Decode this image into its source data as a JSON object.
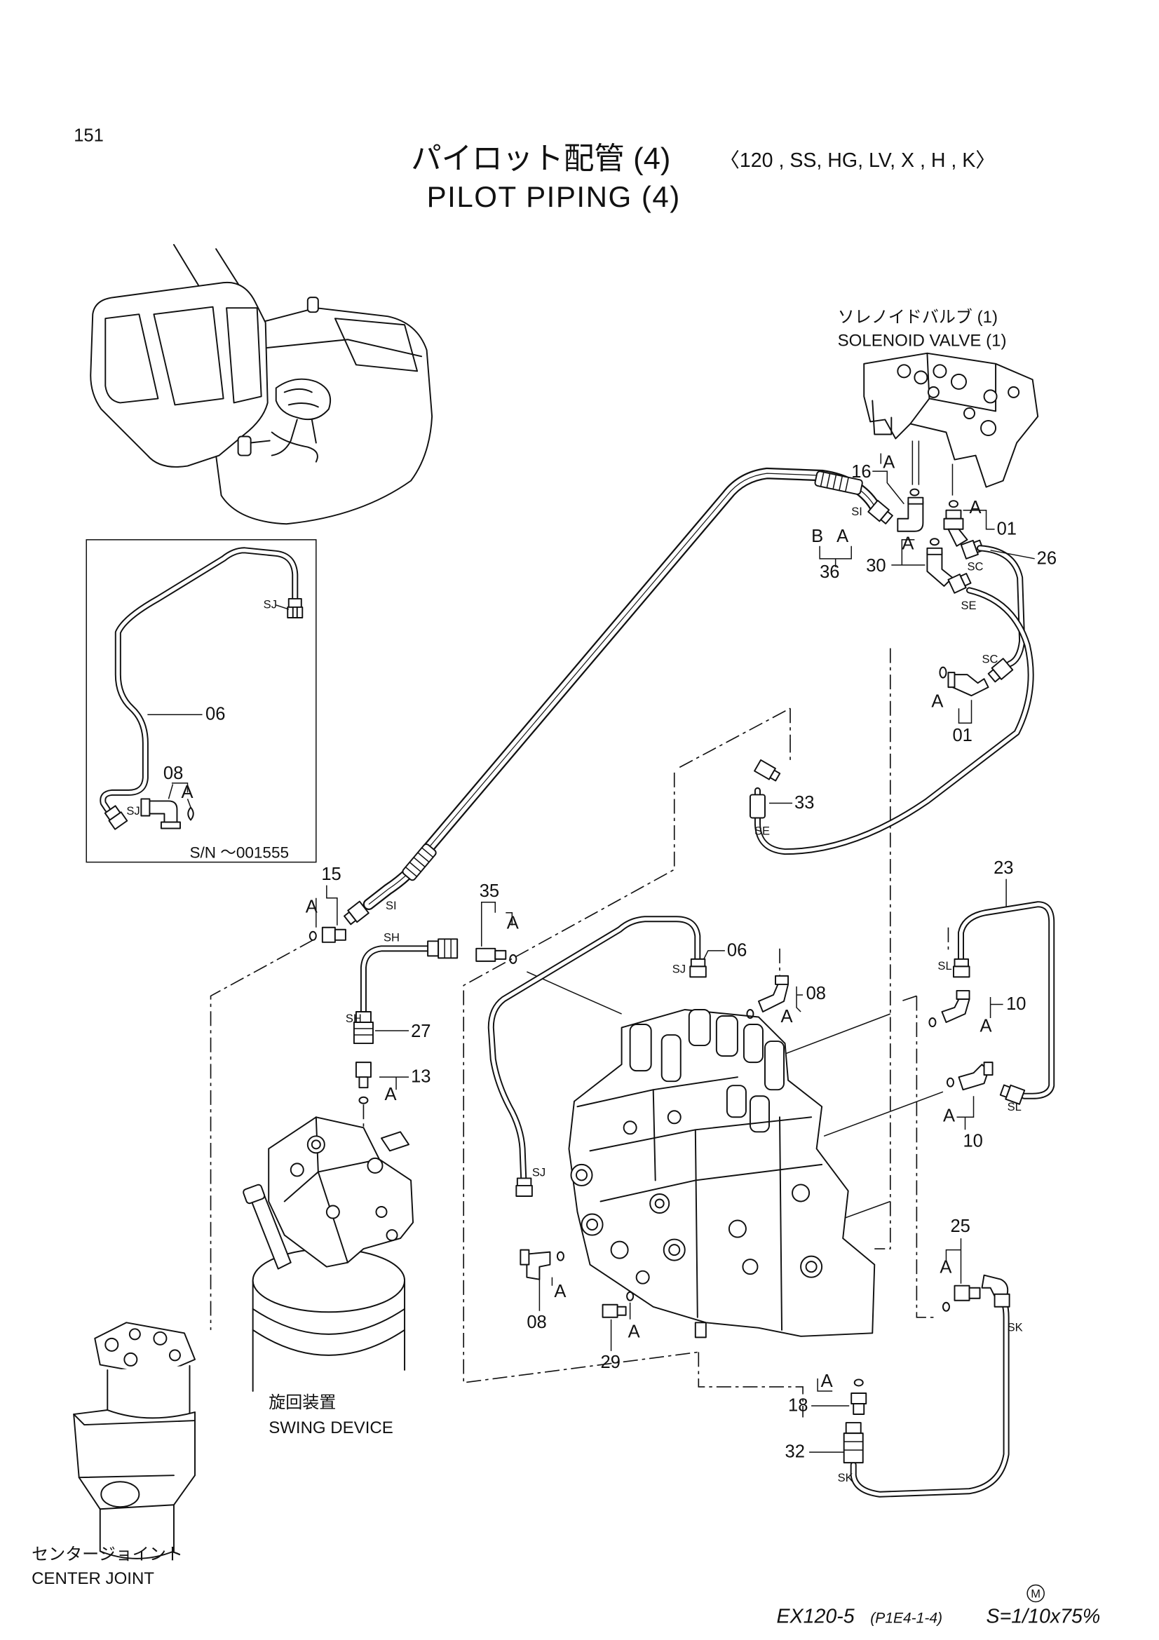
{
  "page": {
    "number": "151"
  },
  "title": {
    "ja": "パイロット配管 (4)",
    "models": "〈120 , SS, HG, LV, X , H , K〉",
    "en": "PILOT PIPING (4)"
  },
  "components": {
    "solenoid_valve": {
      "ja": "ソレノイドバルブ (1)",
      "en": "SOLENOID VALVE (1)"
    },
    "swing_device": {
      "ja": "旋回装置",
      "en": "SWING DEVICE"
    },
    "center_joint": {
      "ja": "センタージョイント",
      "en": "CENTER JOINT"
    }
  },
  "inset": {
    "serial_range": "S/N ～001555"
  },
  "parts": {
    "p01": "01",
    "p06": "06",
    "p08": "08",
    "p10": "10",
    "p13": "13",
    "p15": "15",
    "p16": "16",
    "p18": "18",
    "p23": "23",
    "p25": "25",
    "p26": "26",
    "p27": "27",
    "p29": "29",
    "p30": "30",
    "p32": "32",
    "p33": "33",
    "p35": "35",
    "p36": "36"
  },
  "ports": {
    "SC": "SC",
    "SE": "SE",
    "SH": "SH",
    "SI": "SI",
    "SJ": "SJ",
    "SK": "SK",
    "SL": "SL"
  },
  "markers": {
    "A": "A",
    "B": "B"
  },
  "footer": {
    "mark": "M",
    "model": "EX120-5",
    "code": "(P1E4-1-4)",
    "scale": "S=1/10x75%"
  }
}
